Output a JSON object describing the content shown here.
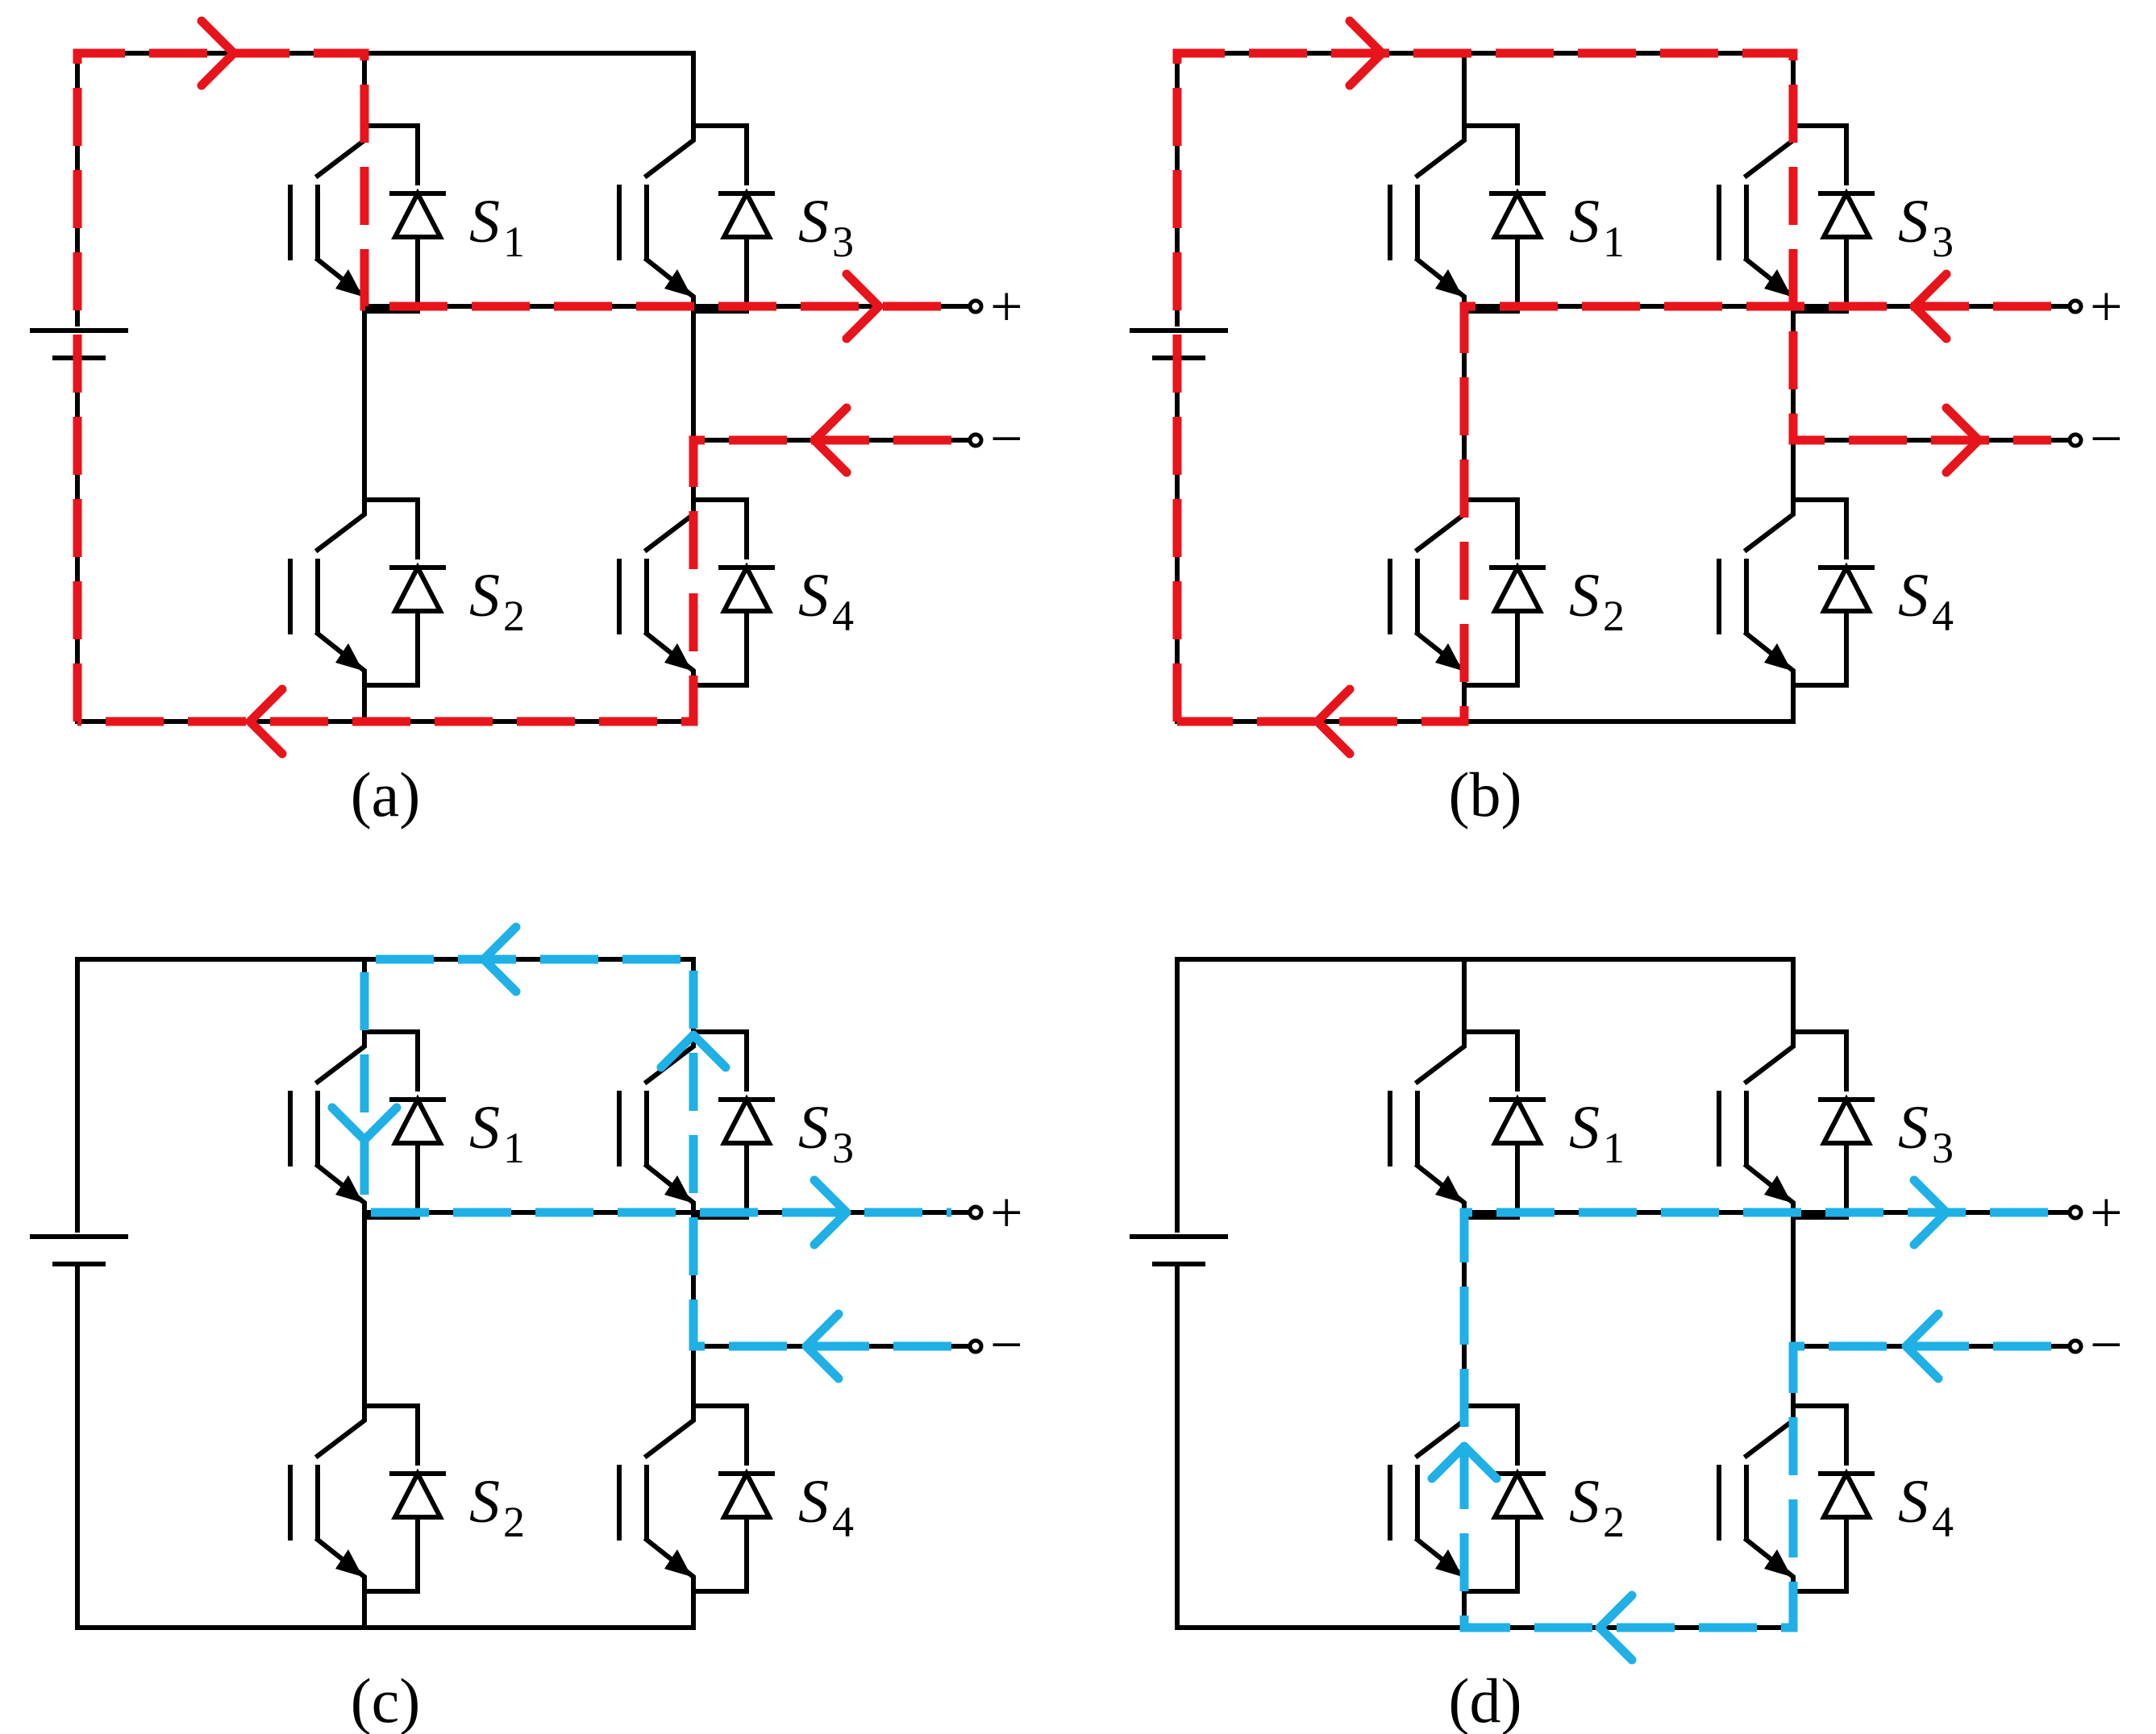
{
  "panels": [
    {
      "id": "a",
      "caption": "(a)",
      "flow_color": "#e8141b",
      "switch_labels": [
        {
          "main": "S",
          "sub": "1"
        },
        {
          "main": "S",
          "sub": "3"
        },
        {
          "main": "S",
          "sub": "2"
        },
        {
          "main": "S",
          "sub": "4"
        }
      ],
      "terminals": {
        "plus": "+",
        "minus": "−"
      }
    },
    {
      "id": "b",
      "caption": "(b)",
      "flow_color": "#e8141b",
      "switch_labels": [
        {
          "main": "S",
          "sub": "1"
        },
        {
          "main": "S",
          "sub": "3"
        },
        {
          "main": "S",
          "sub": "2"
        },
        {
          "main": "S",
          "sub": "4"
        }
      ],
      "terminals": {
        "plus": "+",
        "minus": "−"
      }
    },
    {
      "id": "c",
      "caption": "(c)",
      "flow_color": "#1fb0e6",
      "switch_labels": [
        {
          "main": "S",
          "sub": "1"
        },
        {
          "main": "S",
          "sub": "3"
        },
        {
          "main": "S",
          "sub": "2"
        },
        {
          "main": "S",
          "sub": "4"
        }
      ],
      "terminals": {
        "plus": "+",
        "minus": "−"
      }
    },
    {
      "id": "d",
      "caption": "(d)",
      "flow_color": "#1fb0e6",
      "switch_labels": [
        {
          "main": "S",
          "sub": "1"
        },
        {
          "main": "S",
          "sub": "3"
        },
        {
          "main": "S",
          "sub": "2"
        },
        {
          "main": "S",
          "sub": "4"
        }
      ],
      "terminals": {
        "plus": "+",
        "minus": "−"
      }
    }
  ]
}
